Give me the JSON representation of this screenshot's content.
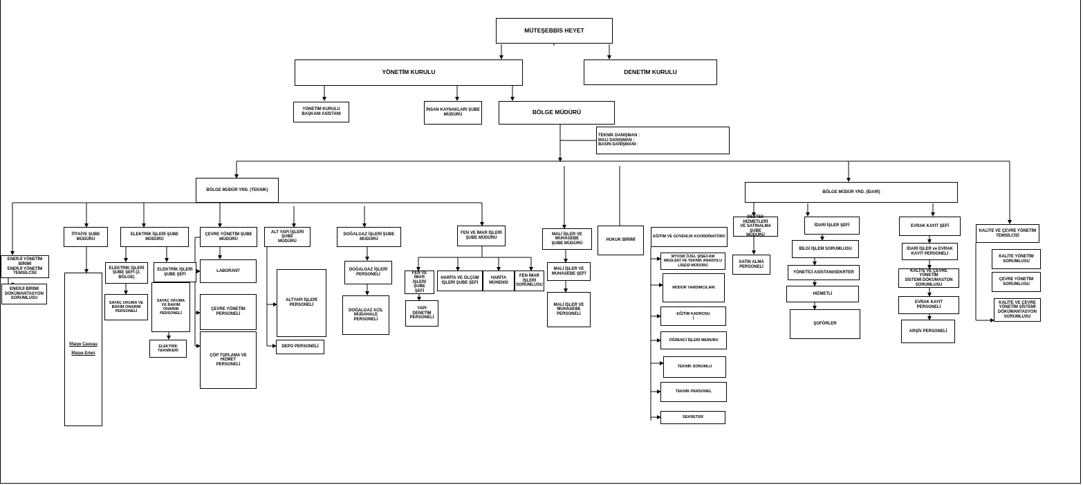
{
  "nodes": {
    "muteşebbis": "MÜTEŞEBBİS HEYET",
    "yonetim_kurulu": "YÖNETİM KURULU",
    "denetim_kurulu": "DENETİM  KURULU",
    "yk_baskani_asistani": "YÖNETİM KURULU\nBAŞKANI  ASİSTANI",
    "insan_kaynaklari": "İNSAN KAYNAKLARI ŞUBE\nMÜDÜRÜ",
    "bolge_muduru": "BÖLGE MÜDÜRÜ",
    "danismanlar": "TEKNİK DANIŞMAN :\nMALİ DANIŞMAN     :\nBASIN DANIŞMANI :",
    "bmy_teknik": "BÖLGE MÜDÜR YRD. (TEKNİK)",
    "bmy_idari": "BÖLGE MÜDÜR YRD. (İDARİ)",
    "enerji_yonetim": "ENERJİ YÖNETİM BİRİMİ\nENERJİ YÖNETİM\nTEMSİLCİSİ",
    "enerji_dokumantasyon": "ENERJİ BİRİMİ\nDÖKÜMANTASYON\nSORUMLUSU",
    "itfaiye_sube": "İTFAİYE  ŞUBE\nMÜDÜRÜ",
    "itfaiye_cavusu": "İtfaiye Çavuşu",
    "itfaiye_eri": "İtfaiye Erleri",
    "elektrik_sube": "ELEKTRİK İŞLERİ  ŞUBE\nMÜDÜRÜ",
    "elektrik_sef_2": "ELEKTRİK İŞLERİ\nŞUBE  ŞEFİ (2.\nBÖLGE)",
    "elektrik_sef": "ELEKTRİK İŞLERİ\nŞUBE ŞEFİ",
    "sayac_1": "SAYAÇ OKUMA  VE\nBAKIM ONARIM\nPERSONELİ",
    "sayac_2": "SAYAÇ OKUMA\nVE BAKIM ONARIM\nPERSONELİ",
    "elektrik_teknikeri": "ELEKTRİK\nTEKNİKERİ",
    "cevre_sube": "ÇEVRE  YÖNETİM  ŞUBE\nMÜDÜRÜ",
    "laborant": "LABORANT",
    "cevre_personeli": "ÇEVRE YÖNETİM\nPERSONELİ",
    "cop_toplama": "ÇÖP TOPLAMA VE HİZMET\nPERSONELİ",
    "alt_yapi_sube": "ALT YAPI İŞLERİ ŞUBE\nMÜDÜRÜ",
    "altyapi_personeli": "ALTYAPI  İŞLERİ\nPERSONELİ",
    "depo_personeli": "DEPO PERSONELİ",
    "dogalgaz_sube": "DOĞALGAZ İŞLERİ ŞUBE\nMÜDÜRÜ",
    "dogalgaz_personeli": "DOĞALGAZ İŞLERİ\nPERSONELİ",
    "dogalgaz_acil": "DOĞALGAZ ACİL\nMÜDAHALE\nPERSONELİ",
    "fen_imar_sube": "FEN VE İMAR İŞLERİ\nŞUBE MÜDÜRÜ",
    "fen_imar_sef": "FEN VE  İMAR\nİŞLERİ ŞUBE\nŞEFİ",
    "harita_olcum": "HARİTA VE ÖLÇÜM\nİŞLERİ ŞUBE  ŞEFİ",
    "harita_muhendisi": "HARİTA\nMÜHENSİ",
    "fen_imar_sorumlusu": "FEN İMAR\nİŞLERİ\nSORUMLUSU",
    "yapi_denetim": "YAPI\nDENETİM\nPERSONELİ",
    "mali_sube": "MALİ İŞLER VE\nMUHASEBE\nŞUBE MÜDÜRÜ",
    "mali_sef": "MALİ İŞLER VE\nMUHASEBE ŞEFİ",
    "mali_personel": "MALİ İŞLER VE\nMUHASEBE\nPERSONELİ",
    "hukuk": "HUKUK BİRİMİ",
    "egitim_koord": "EĞİTİM VE GÜVENLİK KOORDİNATÖRÜ",
    "mtosb_lisesi": "MTOSB ÖZEL  ŞİŞECAM\nMESLEKİ VE  TEKNİK ANADOLU\nLİSESİ MÜDÜRÜ",
    "mudur_yardimcilari": "MÜDÜR YARDIMCILARI",
    "egitim_kadrosu": "EĞİTİM KADROSU\n(",
    "ogrenci_isleri": "ÖĞRENCİ İŞLERİ MEMURU",
    "teknik_sorumlu": "TEKNİK SORUMLU",
    "teknik_personel": "TEKNİK PERSONEL",
    "sekreter": "SEKRETER",
    "destek_hizmetleri": "DESTEK HİZMETLERİ\nVE SATINALMA  ŞUBE\nMÜDÜRÜ",
    "satin_alma": "SATIN ALMA\nPERSONELİ",
    "idari_isler_sef": "İDARİ İŞLER ŞEFİ",
    "bilgi_islem": "BİLGİ İŞLEM SORUMLUSU",
    "yonetici_asistani": "YÖNETİCİ ASİSTANI/SEKRTER",
    "hizmetli": "HİZMETLİ",
    "soforler": "ŞOFÖRLER",
    "evrak_kayit_sef": "EVRAK KAYIT ŞEFİ",
    "idari_evrak_personel": "İDARİ İŞLER ve EVRAK\nKAYIT  PERSONELİ",
    "kalite_cevre_dokuman": "KALİTE VE ÇEVRE YÖNETİM\nSİSTEMİ DÖKÜMASTON\nSORUMLUSU",
    "evrak_kayit_personeli": "EVRAK KAYIT\nPERSONELİ",
    "arsiv_personeli": "ARŞİV PERSONELİ",
    "kalite_temsilcisi": "KALİTE VE ÇEVRE YÖNETİM\nTEMSİLCİSİ",
    "kalite_yonetim_sor": "KALİTE YÖNETİM\nSORUMLUSU",
    "cevre_yonetim_sor": "ÇEVRE YÖNETİM\nSORUMLUSU",
    "kalite_cevre_dok_sor": "KALİTE VE ÇEVRE\nYÖNETİM SİSTEMİ\nDÖKÜMANTASYON\nSORUMLUSU"
  }
}
